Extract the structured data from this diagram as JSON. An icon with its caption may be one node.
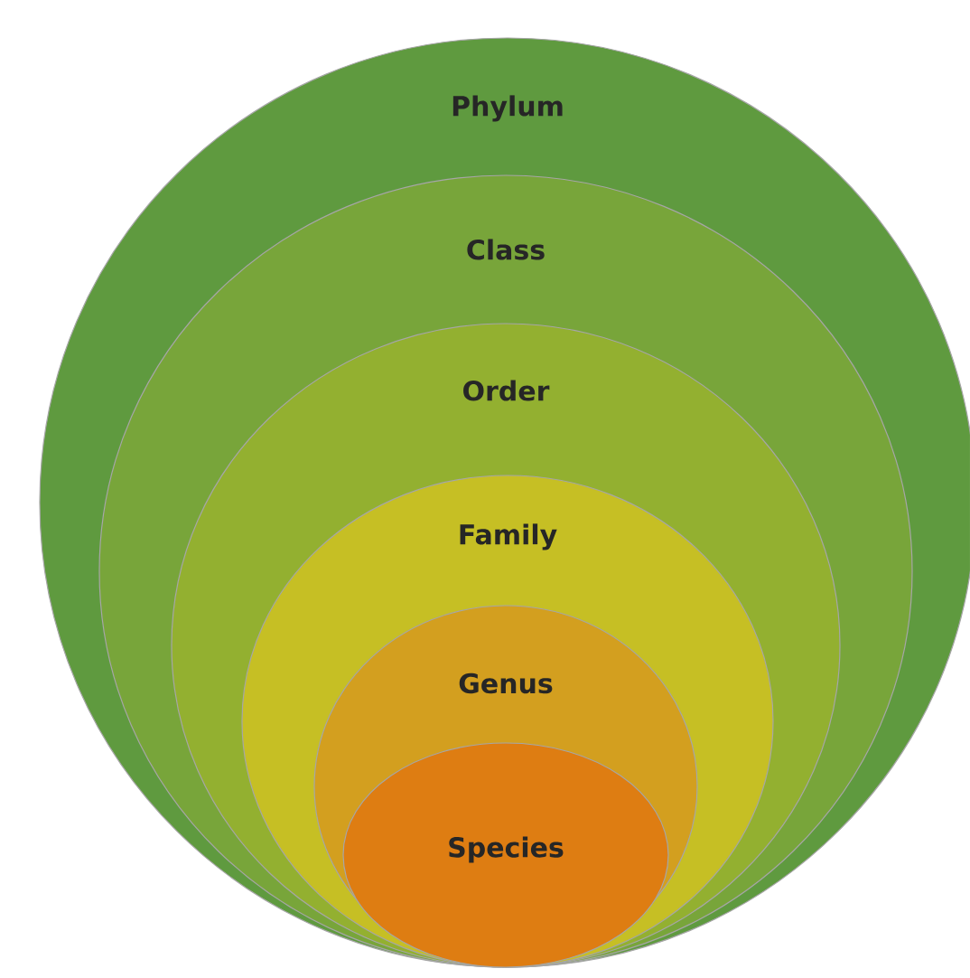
{
  "diagram": {
    "nodes": [
      {
        "text": [
          "Phylum"
        ]
      },
      {
        "text": [
          "Class"
        ],
        "in": 0
      },
      {
        "text": [
          "Order"
        ],
        "in": 1
      },
      {
        "text": [
          "Family"
        ],
        "in": 2
      },
      {
        "text": [
          "Genus"
        ],
        "in": 3
      },
      {
        "text": [
          "Species"
        ],
        "in": 4
      }
    ]
  }
}
